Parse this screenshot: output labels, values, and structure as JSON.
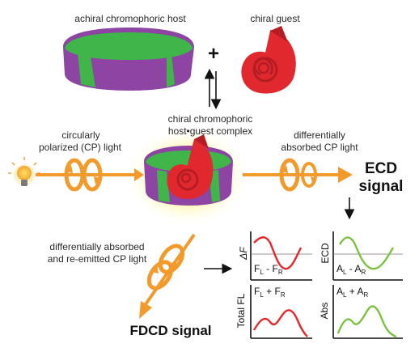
{
  "labels": {
    "host": "achiral chromophoric host",
    "guest": "chiral guest",
    "plus": "+",
    "complex_line1": "chiral chromophoric",
    "complex_line2": "host•guest complex",
    "cp_light_line1": "circularly",
    "cp_light_line2": "polarized (CP) light",
    "diff_abs_line1": "differentially",
    "diff_abs_line2": "absorbed CP light",
    "ecd_line1": "ECD",
    "ecd_line2": "signal",
    "reemit_line1": "differentially absorbed",
    "reemit_line2": "and re-emitted CP light",
    "fdcd": "FDCD signal"
  },
  "plots": {
    "delta_f": {
      "ylabel": "ΔF",
      "formula_main_a": "F",
      "formula_sub_a": "L",
      "formula_op": " - ",
      "formula_main_b": "F",
      "formula_sub_b": "R",
      "color": "#e8272b"
    },
    "ecd": {
      "ylabel": "ECD",
      "formula_main_a": "A",
      "formula_sub_a": "L",
      "formula_op": " - ",
      "formula_main_b": "A",
      "formula_sub_b": "R",
      "color": "#7cc242"
    },
    "total_fl": {
      "ylabel": "Total FL",
      "formula_main_a": "F",
      "formula_sub_a": "L",
      "formula_op": " + ",
      "formula_main_b": "F",
      "formula_sub_b": "R",
      "color": "#e8272b"
    },
    "abs": {
      "ylabel": "Abs",
      "formula_main_a": "A",
      "formula_sub_a": "L",
      "formula_op": " + ",
      "formula_main_b": "A",
      "formula_sub_b": "R",
      "color": "#7cc242"
    }
  },
  "colors": {
    "host_green": "#3fb54a",
    "host_purple": "#8e44a3",
    "guest_red": "#e0282e",
    "guest_dark": "#b51d24",
    "light_orange": "#f39a2c",
    "glow_yellow": "#fff25a"
  }
}
